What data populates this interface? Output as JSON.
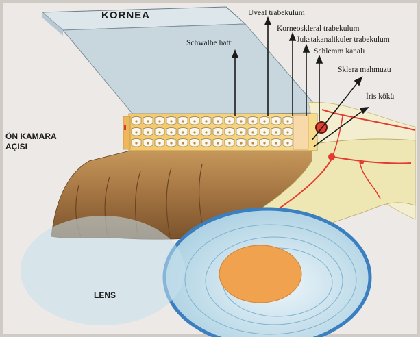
{
  "labels": {
    "kornea": "KORNEA",
    "on_kamara_line1": "ÖN KAMARA",
    "on_kamara_line2": "AÇISI",
    "lens": "LENS",
    "schwalbe": "Schwalbe hattı",
    "uveal": "Uveal trabekulum",
    "korneoskleral": "Korneoskleral trabekulum",
    "jukstakanalikuler": "Jukstakanalikuler trabekulum",
    "schlemm": "Schlemm kanalı",
    "sklera_mahmuzu": "Sklera mahmuzu",
    "iris_koku": "İris kökü"
  },
  "colors": {
    "background": "#ece9e6",
    "cornea": "#d2dde3",
    "iris": "#a87a44",
    "ciliary": "#eee7b4",
    "vessel": "#e23b2f",
    "lens": "#bcd8e6",
    "lens_core": "#f0a24e",
    "trabecular": "#f4d27a",
    "sclera": "#f3eed0"
  }
}
